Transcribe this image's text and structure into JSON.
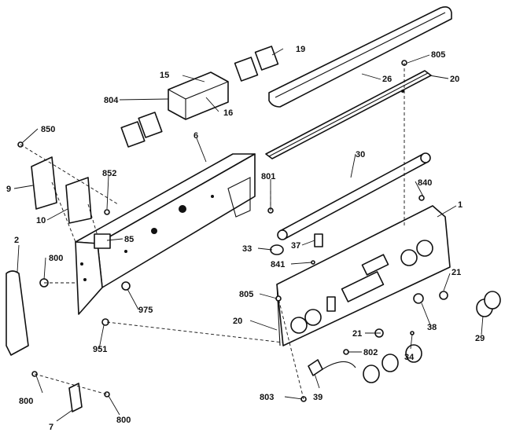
{
  "labels": {
    "p19": "19",
    "p805a": "805",
    "p15": "15",
    "p26": "26",
    "p20a": "20",
    "p804": "804",
    "p16": "16",
    "p850": "850",
    "p6": "6",
    "p30": "30",
    "p9": "9",
    "p852": "852",
    "p801": "801",
    "p840": "840",
    "p10": "10",
    "p1": "1",
    "p85": "85",
    "p2": "2",
    "p33": "33",
    "p37": "37",
    "p800a": "800",
    "p841": "841",
    "p21a": "21",
    "p805b": "805",
    "p975": "975",
    "p20b": "20",
    "p38": "38",
    "p29": "29",
    "p21b": "21",
    "p951": "951",
    "p802": "802",
    "p34": "34",
    "p800b": "800",
    "p803": "803",
    "p39": "39",
    "p7": "7",
    "p800c": "800"
  }
}
